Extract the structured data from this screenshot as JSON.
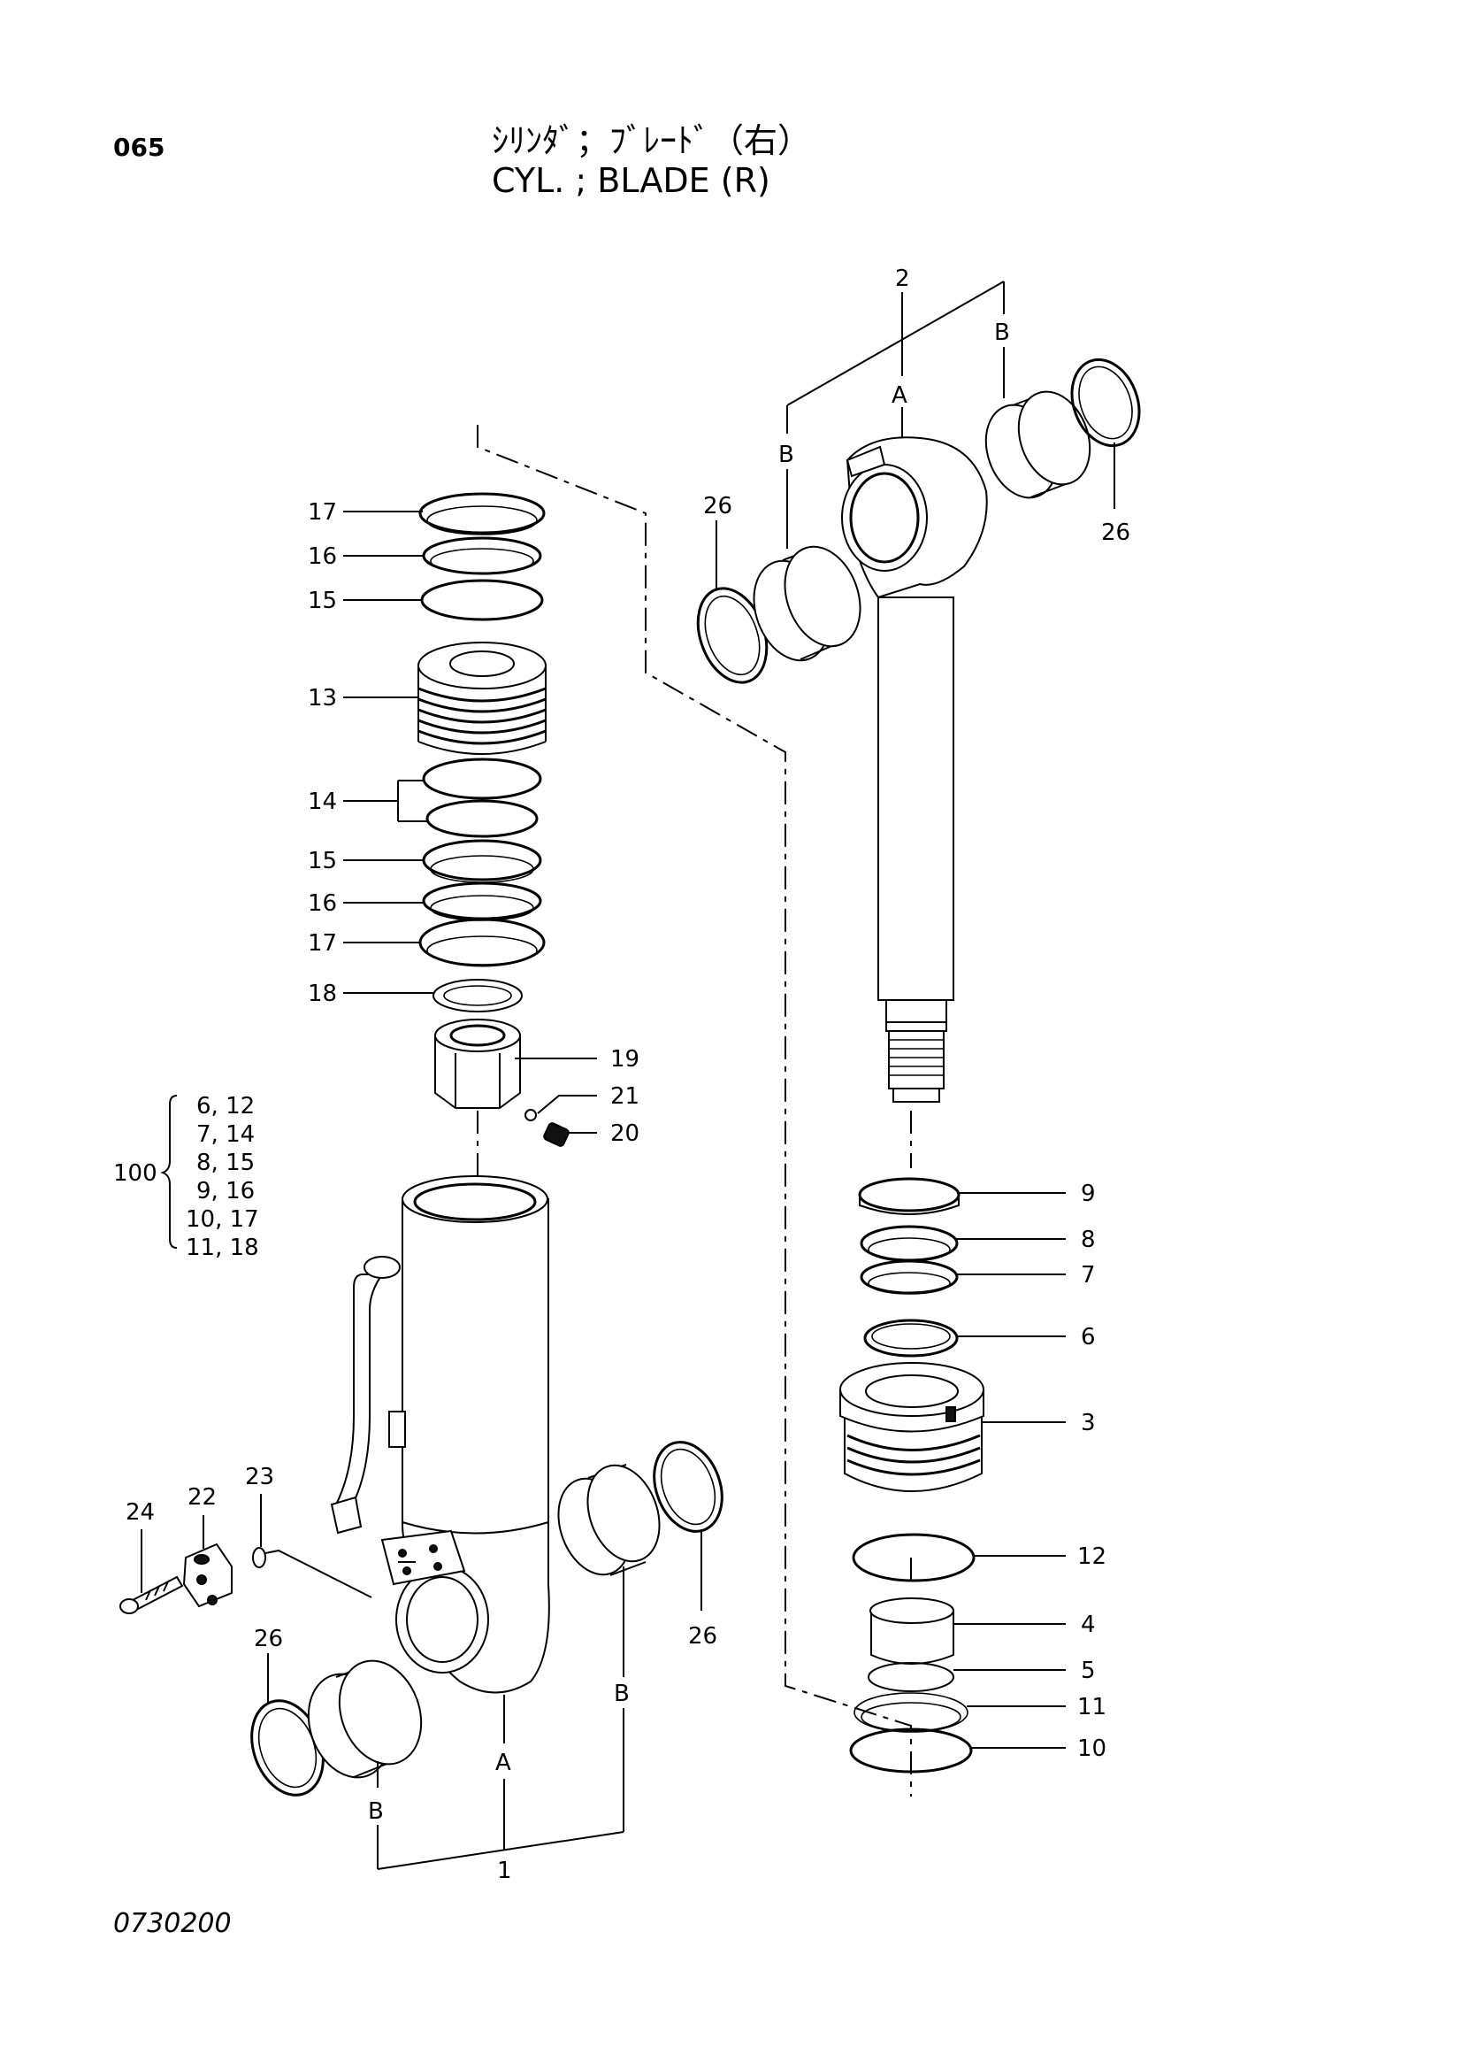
{
  "header": {
    "page_number": "065",
    "title_jp": "ｼﾘﾝﾀﾞ；ﾌﾞﾚｰﾄﾞ（右）",
    "title_en": "CYL. ; BLADE (R)"
  },
  "footer": {
    "document_number": "0730200"
  },
  "callouts": {
    "c17a": "17",
    "c16a": "16",
    "c15a": "15",
    "c13": "13",
    "c14": "14",
    "c15b": "15",
    "c16b": "16",
    "c17b": "17",
    "c18": "18",
    "c19": "19",
    "c21": "21",
    "c20": "20",
    "c24": "24",
    "c22": "22",
    "c23": "23",
    "c26a": "26",
    "c26b": "26",
    "c26c": "26",
    "c26d": "26",
    "c1": "1",
    "c2": "2",
    "c3": "3",
    "c4": "4",
    "c5": "5",
    "c6": "6",
    "c7": "7",
    "c8": "8",
    "c9": "9",
    "c10": "10",
    "c11": "11",
    "c12": "12",
    "Aa": "A",
    "Ab": "A",
    "Ba": "B",
    "Bb": "B",
    "Bc": "B",
    "Bd": "B"
  },
  "kit": {
    "label": "100",
    "rows": [
      "6,  12",
      "7,  14",
      "8,  15",
      "9,  16",
      "10,  17",
      "11,  18"
    ]
  }
}
